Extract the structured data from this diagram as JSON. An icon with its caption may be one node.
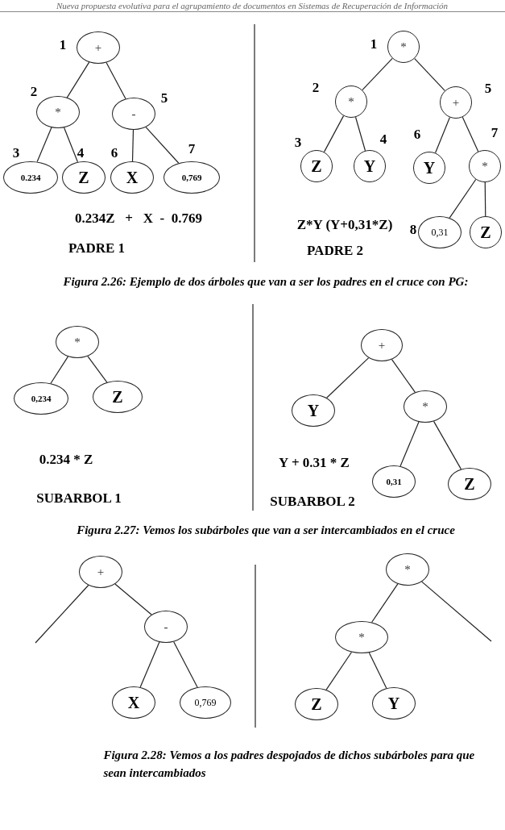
{
  "diagram": {
    "nodes": [
      {
        "text": [
          "+"
        ],
        "beside": [
          "1"
        ]
      },
      {
        "text": [
          "*"
        ],
        "beside": [
          "2"
        ]
      },
      {
        "text": [
          "-"
        ],
        "beside": [
          "5"
        ]
      },
      {
        "text": [
          "0.234"
        ],
        "beside": [
          "3"
        ]
      },
      {
        "text": [
          "Z"
        ],
        "beside": [
          "4"
        ]
      },
      {
        "text": [
          "X"
        ],
        "beside": [
          "6"
        ]
      },
      {
        "text": [
          "0,769"
        ],
        "beside": [
          "7"
        ]
      },
      {
        "text": [
          "*"
        ],
        "beside": [
          "1"
        ]
      },
      {
        "text": [
          "*"
        ],
        "beside": [
          "2"
        ]
      },
      {
        "text": [
          "+"
        ],
        "beside": [
          "5"
        ]
      },
      {
        "text": [
          "Z"
        ],
        "beside": [
          "3"
        ]
      },
      {
        "text": [
          "Y"
        ],
        "beside": [
          "4"
        ]
      },
      {
        "text": [
          "Y"
        ],
        "beside": [
          "6"
        ]
      },
      {
        "text": [
          "*"
        ],
        "beside": [
          "7"
        ]
      },
      {
        "text": [
          "0,31"
        ],
        "beside": [
          "8"
        ]
      },
      {
        "text": [
          "Z"
        ]
      },
      {
        "text": [
          "*"
        ]
      },
      {
        "text": [
          "0,234"
        ]
      },
      {
        "text": [
          "Z"
        ]
      },
      {
        "text": [
          "+"
        ]
      },
      {
        "text": [
          "Y"
        ]
      },
      {
        "text": [
          "*"
        ]
      },
      {
        "text": [
          "0,31"
        ]
      },
      {
        "text": [
          "Z"
        ]
      },
      {
        "text": [
          "+"
        ]
      },
      {
        "text": [
          "-"
        ]
      },
      {
        "text": [
          "X"
        ]
      },
      {
        "text": [
          "0,769"
        ]
      },
      {
        "text": [
          "*"
        ]
      },
      {
        "text": [
          "*"
        ]
      },
      {
        "text": [
          "Z"
        ]
      },
      {
        "text": [
          "Y"
        ]
      }
    ],
    "edges": [
      {
        "from": 0,
        "to": 1,
        "arrow": "none"
      },
      {
        "from": 0,
        "to": 2,
        "arrow": "none"
      },
      {
        "from": 1,
        "to": 3,
        "arrow": "none"
      },
      {
        "from": 1,
        "to": 4,
        "arrow": "none"
      },
      {
        "from": 2,
        "to": 5,
        "arrow": "none"
      },
      {
        "from": 2,
        "to": 6,
        "arrow": "none"
      },
      {
        "from": 7,
        "to": 8,
        "arrow": "none"
      },
      {
        "from": 7,
        "to": 9,
        "arrow": "none"
      },
      {
        "from": 8,
        "to": 10,
        "arrow": "none"
      },
      {
        "from": 8,
        "to": 11,
        "arrow": "none"
      },
      {
        "from": 9,
        "to": 12,
        "arrow": "none"
      },
      {
        "from": 9,
        "to": 13,
        "arrow": "none"
      },
      {
        "from": 13,
        "to": 14,
        "arrow": "none"
      },
      {
        "from": 13,
        "to": 15,
        "arrow": "none"
      },
      {
        "from": 16,
        "to": 17,
        "arrow": "none"
      },
      {
        "from": 16,
        "to": 18,
        "arrow": "none"
      },
      {
        "from": 19,
        "to": 20,
        "arrow": "none"
      },
      {
        "from": 19,
        "to": 21,
        "arrow": "none"
      },
      {
        "from": 21,
        "to": 22,
        "arrow": "none"
      },
      {
        "from": 21,
        "to": 23,
        "arrow": "none"
      },
      {
        "from": 24,
        "to": null,
        "arrow": "none"
      },
      {
        "from": 24,
        "to": 25,
        "arrow": "none"
      },
      {
        "from": 25,
        "to": 26,
        "arrow": "none"
      },
      {
        "from": 25,
        "to": 27,
        "arrow": "none"
      },
      {
        "from": 28,
        "to": 29,
        "arrow": "none"
      },
      {
        "from": 28,
        "to": null,
        "arrow": "none"
      },
      {
        "from": 29,
        "to": 30,
        "arrow": "none"
      },
      {
        "from": 29,
        "to": 31,
        "arrow": "none"
      }
    ],
    "labels": [
      "Nueva propuesta evolutiva para el agrupamiento de documentos en Sistemas de Recuperación de Información",
      "0.234Z   +   X  -  0.769",
      "PADRE 1",
      "Z*Y (Y+0,31*Z)",
      "PADRE 2",
      "Figura 2.26: Ejemplo de dos árboles que van a ser los padres en el cruce con PG:",
      "0.234 * Z",
      "SUBARBOL 1",
      "Y + 0.31 * Z",
      "SUBARBOL 2",
      "Figura 2.27: Vemos los subárboles que van a ser intercambiados en el cruce",
      "Figura 2.28: Vemos a los padres despojados de dichos subárboles para que sean intercambiados"
    ]
  }
}
